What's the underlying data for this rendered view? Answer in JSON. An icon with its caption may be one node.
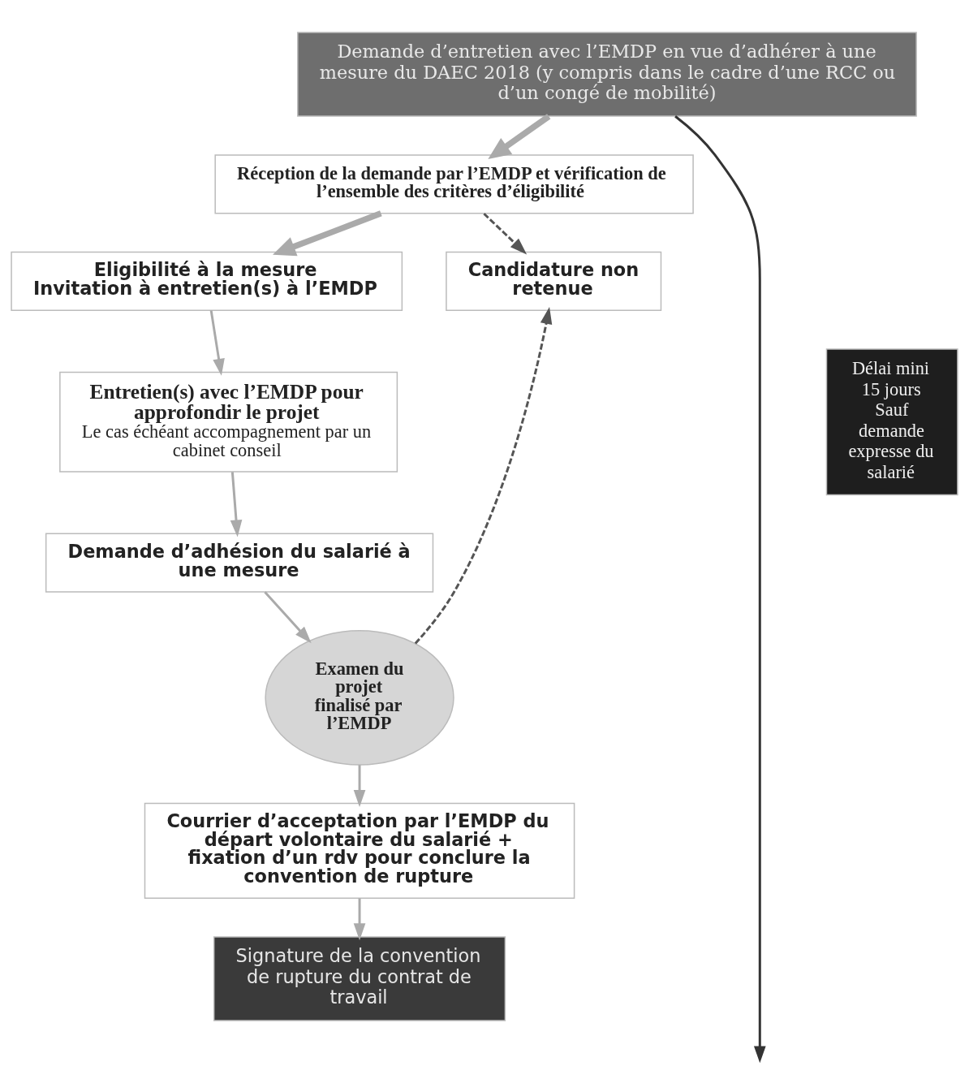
{
  "diagram": {
    "nodes": [
      {
        "text": [
          "Demande d’entretien avec l’EMDP en vue d’adhérer à une mesure du DAEC 2018 (y compris dans le cadre d’une RCC ou d’un congé de mobilité)"
        ]
      },
      {
        "text": [
          "Réception de la demande par l’EMDP et vérification de l’ensemble des critères d’éligibilité"
        ]
      },
      {
        "text": [
          "Eligibilité à la mesure",
          "Invitation à entretien(s) à l’EMDP"
        ]
      },
      {
        "text": [
          "Candidature non retenue"
        ]
      },
      {
        "text": [
          "Entretien(s) avec l’EMDP pour approfondir le projet",
          "Le cas échéant accompagnement par un cabinet conseil"
        ]
      },
      {
        "text": [
          "Demande d’adhésion du salarié à une mesure"
        ]
      },
      {
        "text": [
          "Examen du projet finalisé par l’EMDP"
        ]
      },
      {
        "text": [
          "Courrier d’acceptation par l’EMDP du départ volontaire du salarié + fixation d’un rdv pour conclure la convention de rupture"
        ]
      },
      {
        "text": [
          "Signature de la convention de rupture du contrat de travail"
        ]
      },
      {
        "text": [
          "Délai mini 15 jours Sauf demande expresse du salarié"
        ]
      }
    ],
    "edges": [
      {
        "from": 0,
        "to": 1,
        "arrow": "to",
        "style": "thick"
      },
      {
        "from": 1,
        "to": 2,
        "arrow": "to",
        "style": "thick"
      },
      {
        "from": 1,
        "to": 3,
        "arrow": "to",
        "style": "dashed",
        "color": "#555555"
      },
      {
        "from": 2,
        "to": 4,
        "arrow": "to"
      },
      {
        "from": 4,
        "to": 5,
        "arrow": "to"
      },
      {
        "from": 5,
        "to": 6,
        "arrow": "to"
      },
      {
        "from": 6,
        "to": 3,
        "arrow": "to",
        "style": "dashed",
        "color": "#555555"
      },
      {
        "from": 6,
        "to": 7,
        "arrow": "to"
      },
      {
        "from": 7,
        "to": 8,
        "arrow": "to"
      },
      {
        "from": 0,
        "to": null,
        "arrow": "to",
        "color": "#333333"
      }
    ]
  }
}
